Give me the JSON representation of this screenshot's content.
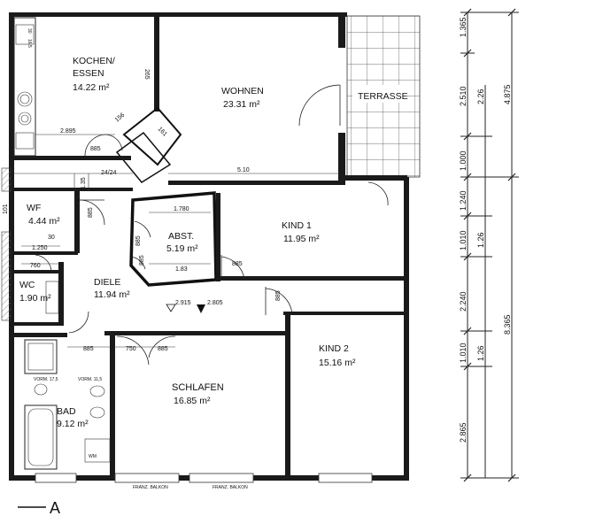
{
  "rooms": {
    "kochen": {
      "name_line1": "KOCHEN/",
      "name_line2": "ESSEN",
      "area": "14.22 m²"
    },
    "wohnen": {
      "name": "WOHNEN",
      "area": "23.31 m²"
    },
    "terrasse": {
      "name": "TERRASSE"
    },
    "wf": {
      "name": "WF",
      "area": "4.44 m²"
    },
    "abst": {
      "name": "ABST.",
      "area": "5.19 m²"
    },
    "kind1": {
      "name": "KIND 1",
      "area": "11.95 m²"
    },
    "wc": {
      "name": "WC",
      "area": "1.90 m²"
    },
    "diele": {
      "name": "DIELE",
      "area": "11.94 m²"
    },
    "kind2": {
      "name": "KIND 2",
      "area": "15.16 m²"
    },
    "schlafen": {
      "name": "SCHLAFEN",
      "area": "16.85 m²"
    },
    "bad": {
      "name": "BAD",
      "area": "9.12 m²"
    }
  },
  "levels": {
    "a": "2.915",
    "b": "2.805"
  },
  "fixtures": {
    "wm": "WM",
    "vorm1": "VORM. 17,5",
    "vorm2": "VORM. 11,5"
  },
  "balconies": [
    "FRANZ. BALKON",
    "FRANZ. BALKON"
  ],
  "section_label": "A",
  "interior_dims": {
    "d2895": "2.895",
    "d885a": "885",
    "d2424": "24/24",
    "d510": "5.10",
    "d1780": "1.780",
    "d183": "1.83",
    "d1250": "1.250",
    "d760": "760",
    "d885b": "885",
    "d885c": "885",
    "d750": "750",
    "d885d": "885",
    "d885e": "885",
    "d885f": "885",
    "d885g": "885",
    "d885h": "885",
    "d265": "265",
    "d156": "156",
    "d161": "161",
    "d101": "101",
    "d135": "1.35",
    "d30": "30"
  },
  "right_dims": {
    "main": [
      "1.365",
      "2.510",
      "1.000",
      "1.240",
      "1.010",
      "2.240",
      "1.010",
      "2.865"
    ],
    "sub": [
      "2.26",
      "1.26",
      "1.26"
    ],
    "totals": [
      "4.875",
      "8.365"
    ]
  }
}
